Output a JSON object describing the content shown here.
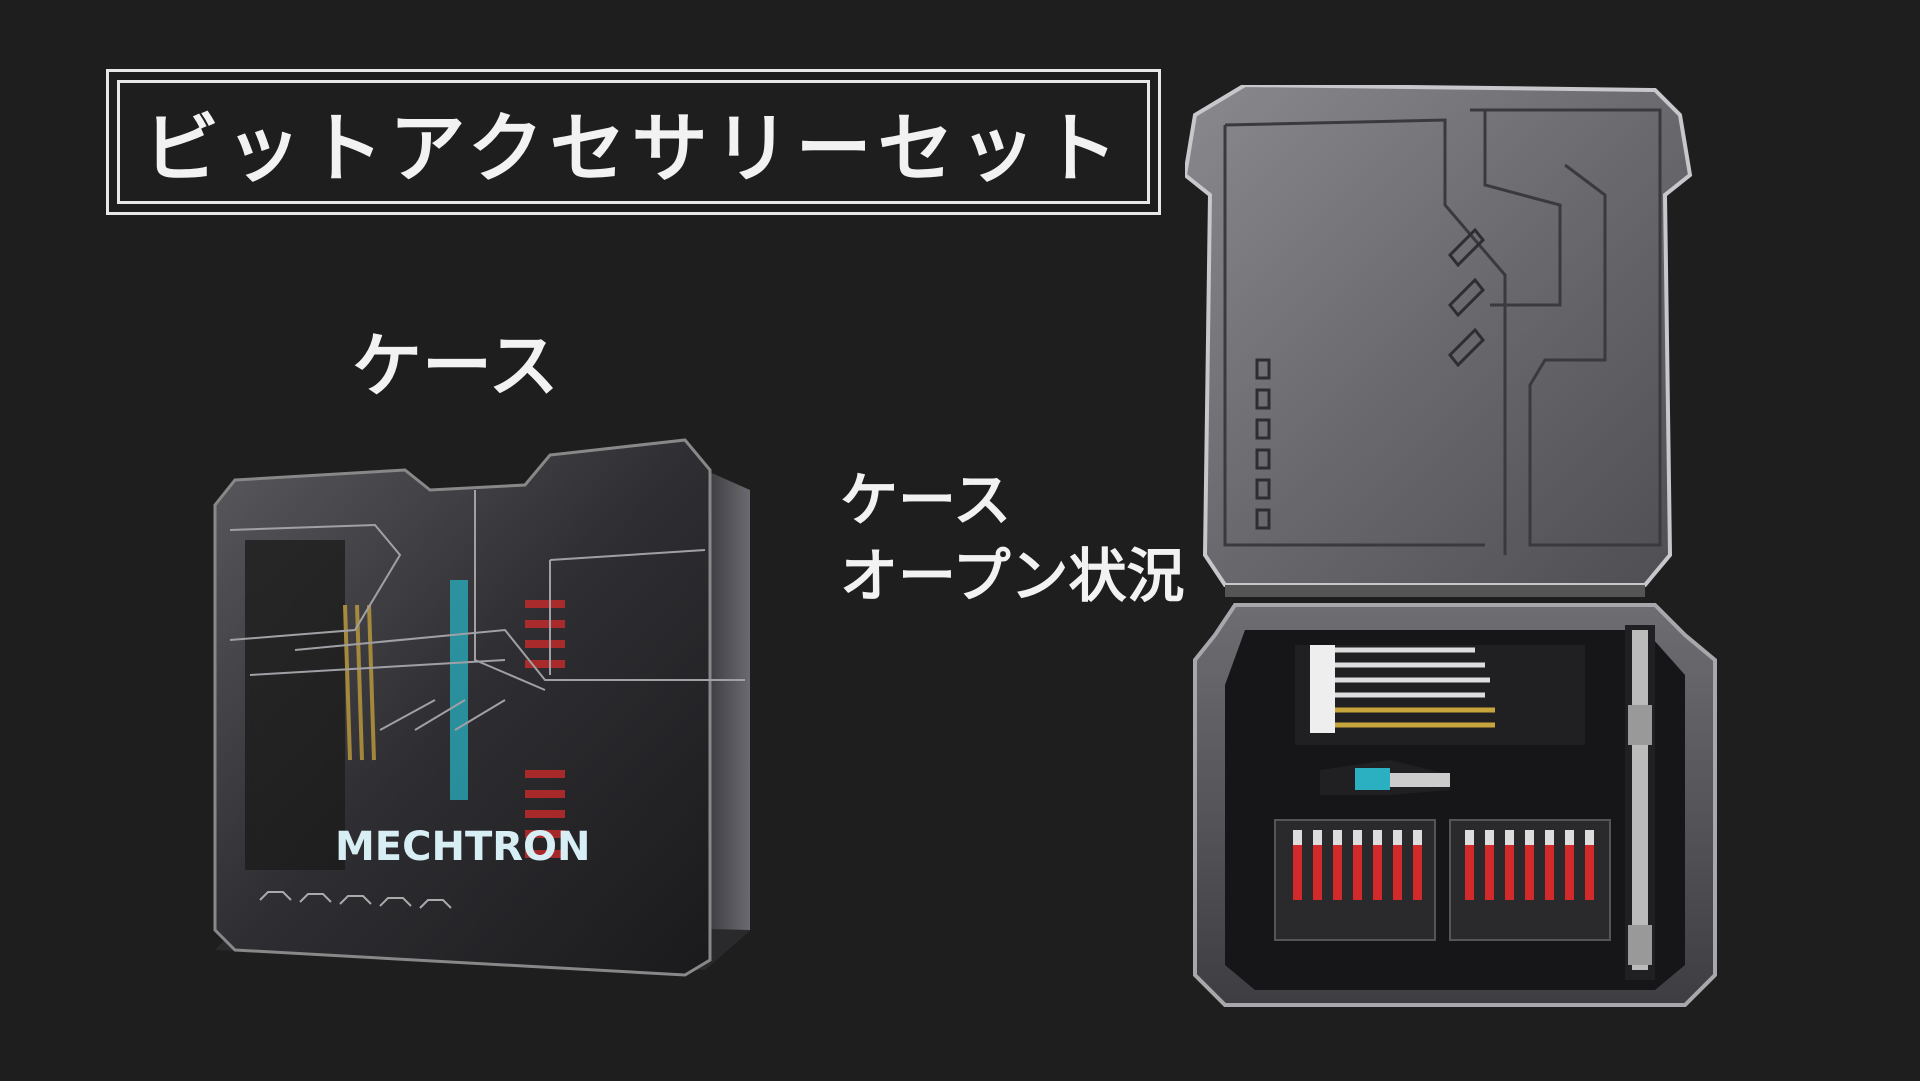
{
  "title": "ビットアクセサリーセット",
  "closed_case": {
    "label": "ケース",
    "brand": "MECHTRON"
  },
  "open_case": {
    "label_line1": "ケース",
    "label_line2": "オープン状況"
  },
  "colors": {
    "background": "#1e1e1e",
    "text": "#f2f2f2",
    "bit_red": "#d22a2a",
    "accent_teal": "#2ab0c0",
    "drill_gold": "#c8a43c"
  }
}
